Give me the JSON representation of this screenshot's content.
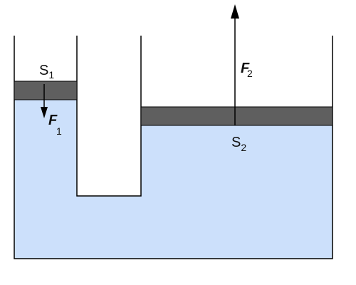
{
  "colors": {
    "liquid": "#cce0fb",
    "piston": "#5f5f5f",
    "outline": "#000000",
    "background": "#ffffff"
  },
  "labels": {
    "s1": {
      "main": "S",
      "sub": "1"
    },
    "s2": {
      "main": "S",
      "sub": "2"
    },
    "f1": {
      "main": "F",
      "sub": "1"
    },
    "f2": {
      "main": "F",
      "sub": "2"
    }
  }
}
